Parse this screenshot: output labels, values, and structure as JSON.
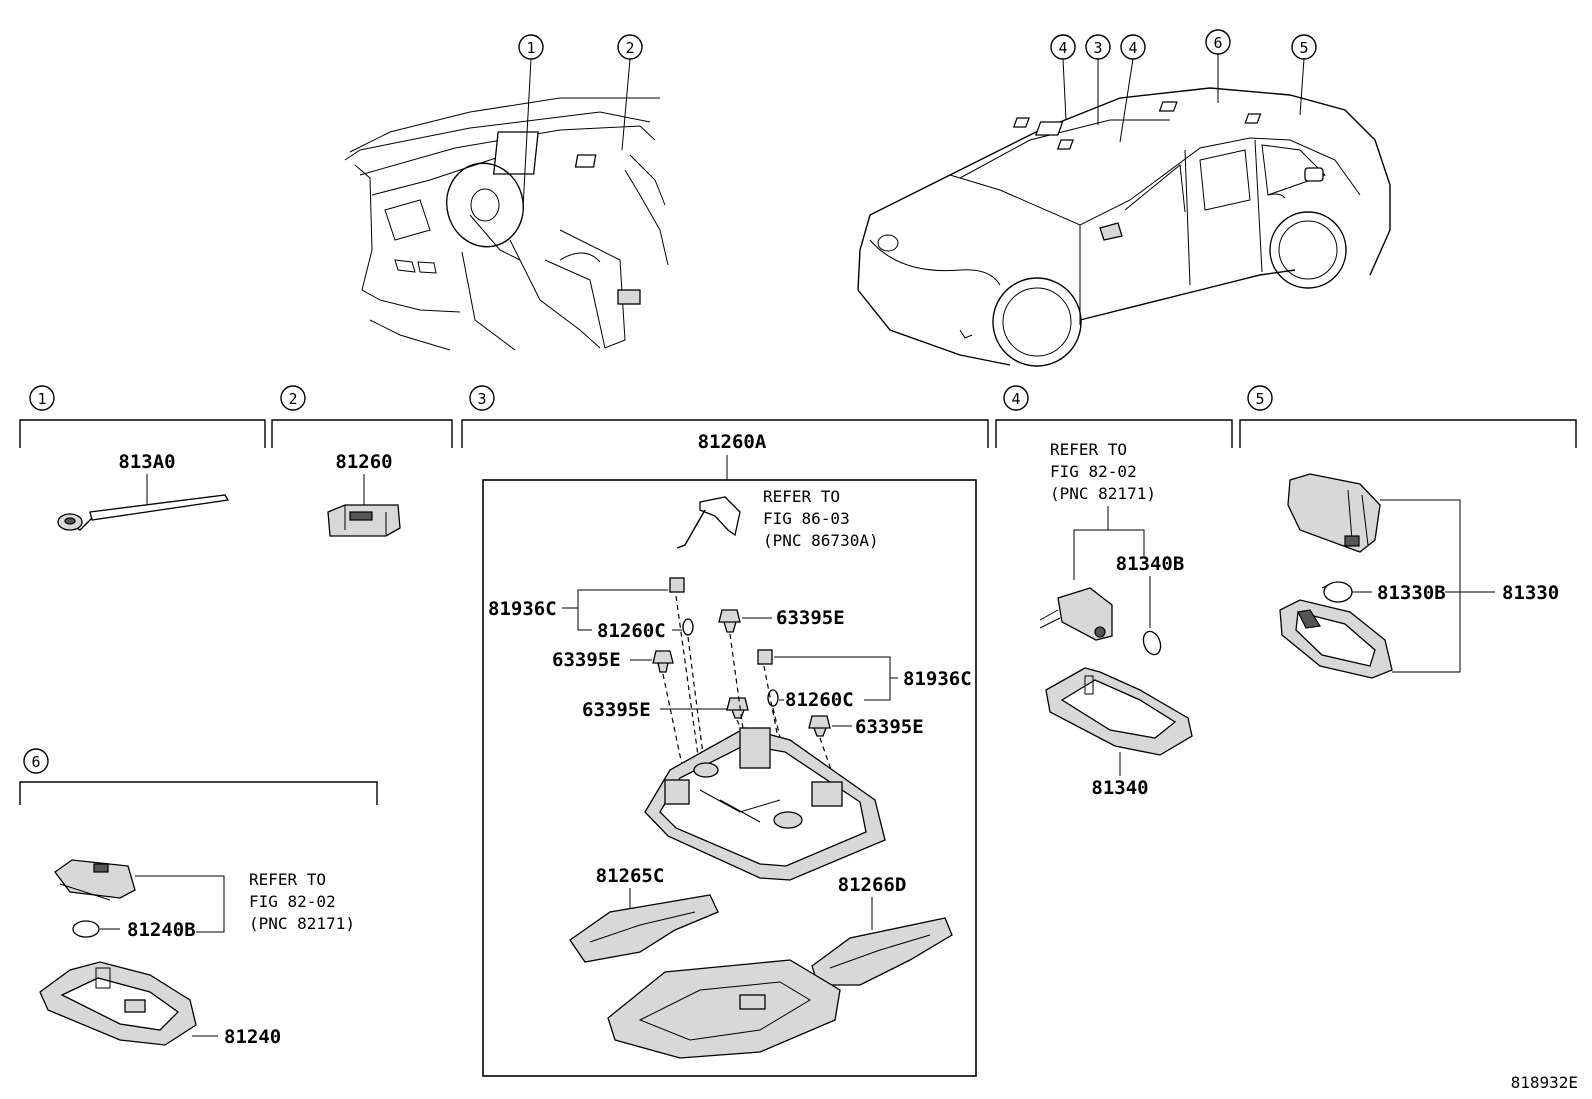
{
  "figure_code": "818932E",
  "index_marks": [
    "1",
    "2",
    "3",
    "4",
    "5",
    "6"
  ],
  "parts": {
    "p813A0": "813A0",
    "p81260": "81260",
    "p81260A": "81260A",
    "p81936C": "81936C",
    "p81260C": "81260C",
    "p63395E": "63395E",
    "p81265C": "81265C",
    "p81266D": "81266D",
    "p81340B": "81340B",
    "p81340": "81340",
    "p81330B": "81330B",
    "p81330": "81330",
    "p81240B": "81240B",
    "p81240": "81240"
  },
  "references": {
    "refer_to": "REFER TO",
    "fig_86_03": "FIG 86-03",
    "pnc_86730A": "(PNC 86730A)",
    "fig_82_02": "FIG 82-02",
    "pnc_82171": "(PNC 82171)"
  }
}
